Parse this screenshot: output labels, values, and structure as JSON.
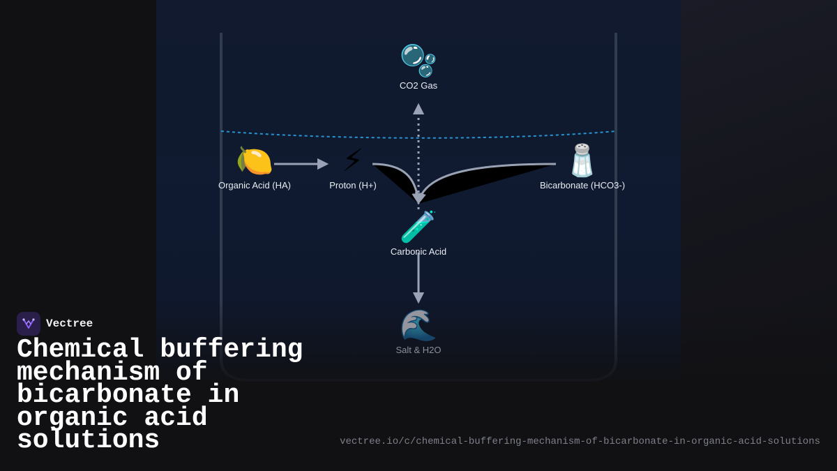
{
  "diagram": {
    "nodes": {
      "co2": {
        "icon": "🫧",
        "icon_name": "bubbles-icon",
        "label": "CO2 Gas"
      },
      "organic_acid": {
        "icon": "🍋",
        "icon_name": "lemon-icon",
        "label": "Organic Acid (HA)"
      },
      "proton": {
        "icon": "⚡",
        "icon_name": "lightning-icon",
        "label": "Proton (H+)"
      },
      "bicarbonate": {
        "icon": "🧂",
        "icon_name": "salt-shaker-icon",
        "label": "Bicarbonate (HCO3-)"
      },
      "carbonic_acid": {
        "icon": "🧪",
        "icon_name": "test-tube-icon",
        "label": "Carbonic Acid"
      },
      "salt_water": {
        "icon": "🌊",
        "icon_name": "wave-icon",
        "label": "Salt & H2O"
      }
    },
    "edges": [
      {
        "from": "organic_acid",
        "to": "proton",
        "style": "solid"
      },
      {
        "from": "proton",
        "to": "carbonic_acid",
        "style": "curved"
      },
      {
        "from": "bicarbonate",
        "to": "carbonic_acid",
        "style": "curved"
      },
      {
        "from": "carbonic_acid",
        "to": "co2",
        "style": "dotted"
      },
      {
        "from": "carbonic_acid",
        "to": "salt_water",
        "style": "solid"
      }
    ],
    "colors": {
      "arrow": "#9aa3b5",
      "liquid_line": "#2196d8",
      "beaker": "#3a4558"
    }
  },
  "brand": {
    "name": "Vectree",
    "logo_icon": "vectree-logo-icon"
  },
  "title": "Chemical buffering mechanism of bicarbonate in organic acid solutions",
  "url": "vectree.io/c/chemical-buffering-mechanism-of-bicarbonate-in-organic-acid-solutions"
}
